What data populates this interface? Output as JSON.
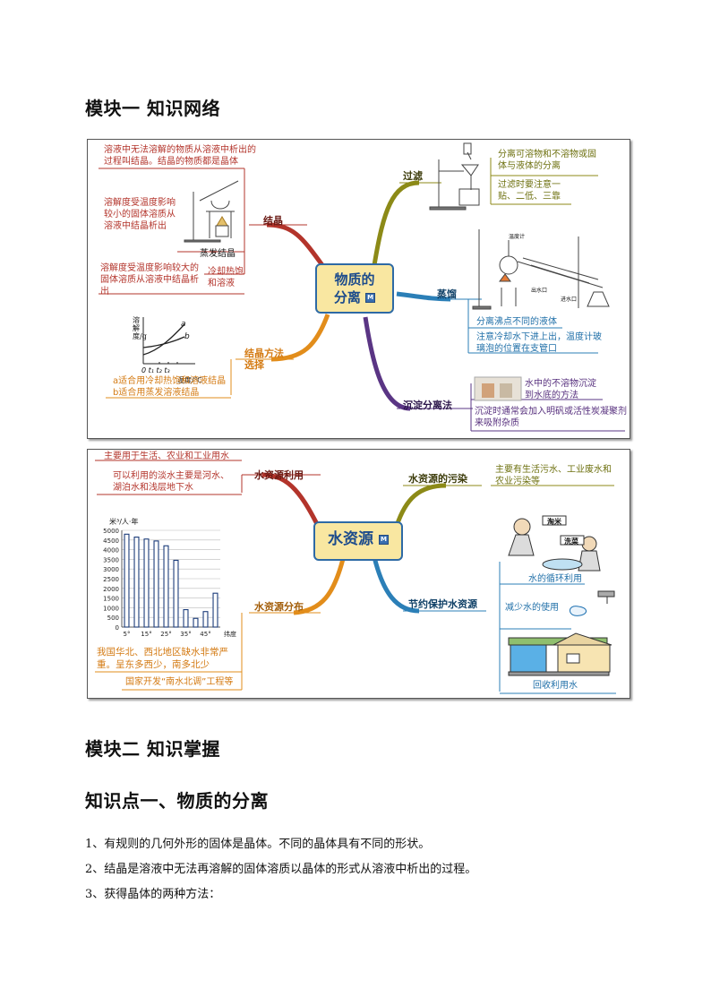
{
  "module1": {
    "title": "模块一  知识网络"
  },
  "map1": {
    "center": "物质的分离",
    "center_line1": "物质的",
    "center_line2": "分离",
    "badge": "M",
    "cryst": {
      "label": "结晶",
      "def": "溶液中无法溶解的物质从溶液中析出的过程叫结晶。结晶的物质都是晶体",
      "evap_desc": "溶解度受温度影响较小的固体溶质从溶液中结晶析出",
      "evap_caption": "蒸发结晶",
      "cool_desc": "溶解度受温度影响较大的固体溶质从溶液中结晶析出",
      "cool_label": "冷却热饱和溶液"
    },
    "method": {
      "label": "结晶方法选择",
      "graph_ylabel": "溶解度/g",
      "graph_xlabel": "温度/℃",
      "graph_ticks": "0  t₁  t₂  t₃",
      "curve_a": "a",
      "curve_b": "b",
      "note_a": "a适合用冷却热饱和溶液结晶",
      "note_b": "b适合用蒸发溶液结晶"
    },
    "filter": {
      "label": "过滤",
      "note1": "分离可溶物和不溶物或固体与液体的分离",
      "note2": "过滤时要注意一贴、二低、三靠"
    },
    "distill": {
      "label": "蒸馏",
      "img_thermo": "温度计",
      "img_out": "出水口",
      "img_in": "进水口",
      "note1": "分离沸点不同的液体",
      "note2": "注意冷却水下进上出，温度计玻璃泡的位置在支管口"
    },
    "sediment": {
      "label": "沉淀分离法",
      "note1": "水中的不溶物沉淀到水底的方法",
      "note2": "沉淀时通常会加入明矾或活性炭凝聚剂来吸附杂质"
    }
  },
  "map2": {
    "center": "水资源",
    "badge": "M",
    "use": {
      "label": "水资源利用",
      "note1": "主要用于生活、农业和工业用水",
      "note2": "可以利用的淡水主要是河水、湖泊水和浅层地下水"
    },
    "pollution": {
      "label": "水资源的污染",
      "note1": "主要有生活污水、工业废水和农业污染等"
    },
    "dist": {
      "label": "水资源分布",
      "note1": "我国华北、西北地区缺水非常严重。呈东多西少，南多北少",
      "note2": "国家开发“南水北调”工程等"
    },
    "protect": {
      "label": "节约保护水资源",
      "cap1": "水的循环利用",
      "cap2": "减少水的使用",
      "cap3": "回收利用水",
      "sign1": "淘米",
      "sign2": "洗菜"
    }
  },
  "chart_data": {
    "type": "bar",
    "title": "",
    "ylabel": "米³/人·年",
    "xlabel": "纬度",
    "ylim": [
      0,
      5000
    ],
    "yticks": [
      0,
      500,
      1000,
      1500,
      2000,
      2500,
      3000,
      3500,
      4000,
      4500,
      5000
    ],
    "xtick_labels": [
      "5°",
      "15°",
      "25°",
      "35°",
      "45°"
    ],
    "categories": [
      "5°",
      "10°",
      "15°",
      "20°",
      "25°",
      "30°",
      "35°",
      "40°",
      "45°",
      "50°"
    ],
    "values": [
      4800,
      4650,
      4550,
      4450,
      4200,
      3450,
      900,
      450,
      800,
      1750
    ]
  },
  "module2": {
    "title": "模块二  知识掌握"
  },
  "section1": {
    "title": "知识点一、物质的分离"
  },
  "paragraphs": [
    "1、有规则的几何外形的固体是晶体。不同的晶体具有不同的形状。",
    "2、结晶是溶液中无法再溶解的固体溶质以晶体的形式从溶液中析出的过程。",
    "3、获得晶体的两种方法："
  ]
}
